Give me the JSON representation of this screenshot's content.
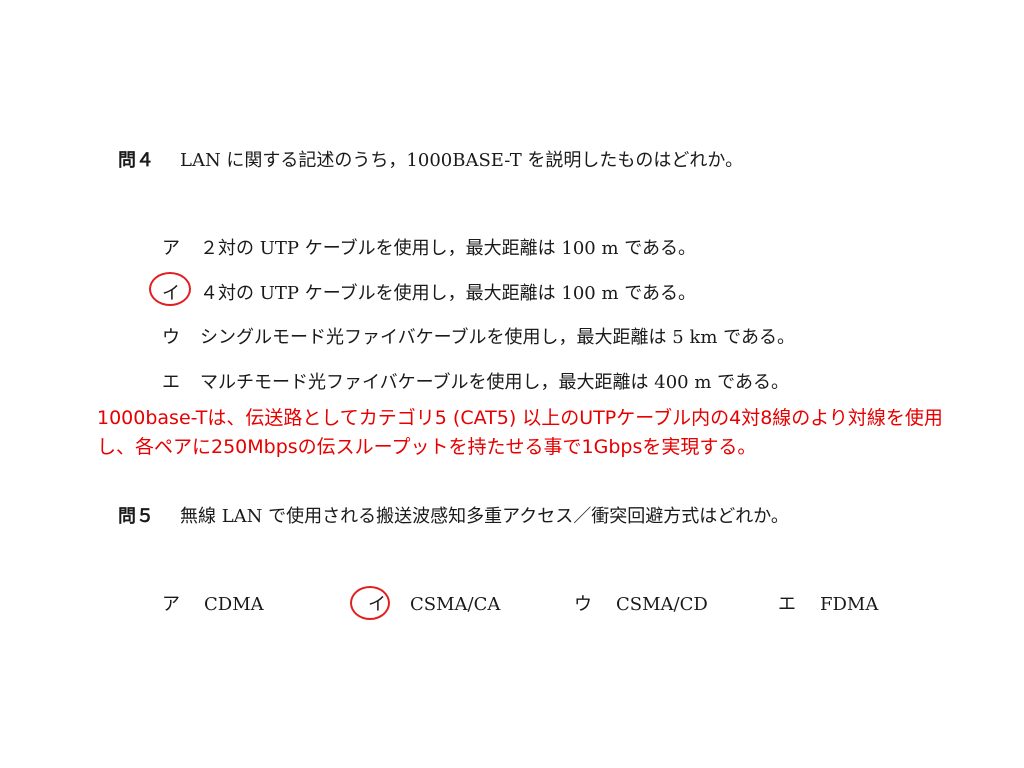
{
  "q4": {
    "number": "問４",
    "text": "LAN に関する記述のうち，1000BASE-T を説明したものはどれか。",
    "options": [
      {
        "letter": "ア",
        "text": "２対の UTP ケーブルを使用し，最大距離は 100 m である。"
      },
      {
        "letter": "イ",
        "text": "４対の UTP ケーブルを使用し，最大距離は 100 m である。"
      },
      {
        "letter": "ウ",
        "text": "シングルモード光ファイバケーブルを使用し，最大距離は 5 km である。"
      },
      {
        "letter": "エ",
        "text": "マルチモード光ファイバケーブルを使用し，最大距離は 400 m である。"
      }
    ]
  },
  "note": "1000base-Tは、伝送路としてカテゴリ5 (CAT5) 以上のUTPケーブル内の4対8線のより対線を使用し、各ペアに250Mbpsの伝スループットを持たせる事で1Gbpsを実現する。",
  "q5": {
    "number": "問５",
    "text": "無線 LAN で使用される搬送波感知多重アクセス／衝突回避方式はどれか。",
    "options": [
      {
        "letter": "ア",
        "text": "CDMA"
      },
      {
        "letter": "イ",
        "text": "CSMA/CA"
      },
      {
        "letter": "ウ",
        "text": "CSMA/CD"
      },
      {
        "letter": "エ",
        "text": "FDMA"
      }
    ]
  },
  "colors": {
    "annotation": "#e60000",
    "text": "#1a1a1a",
    "background": "#ffffff"
  }
}
